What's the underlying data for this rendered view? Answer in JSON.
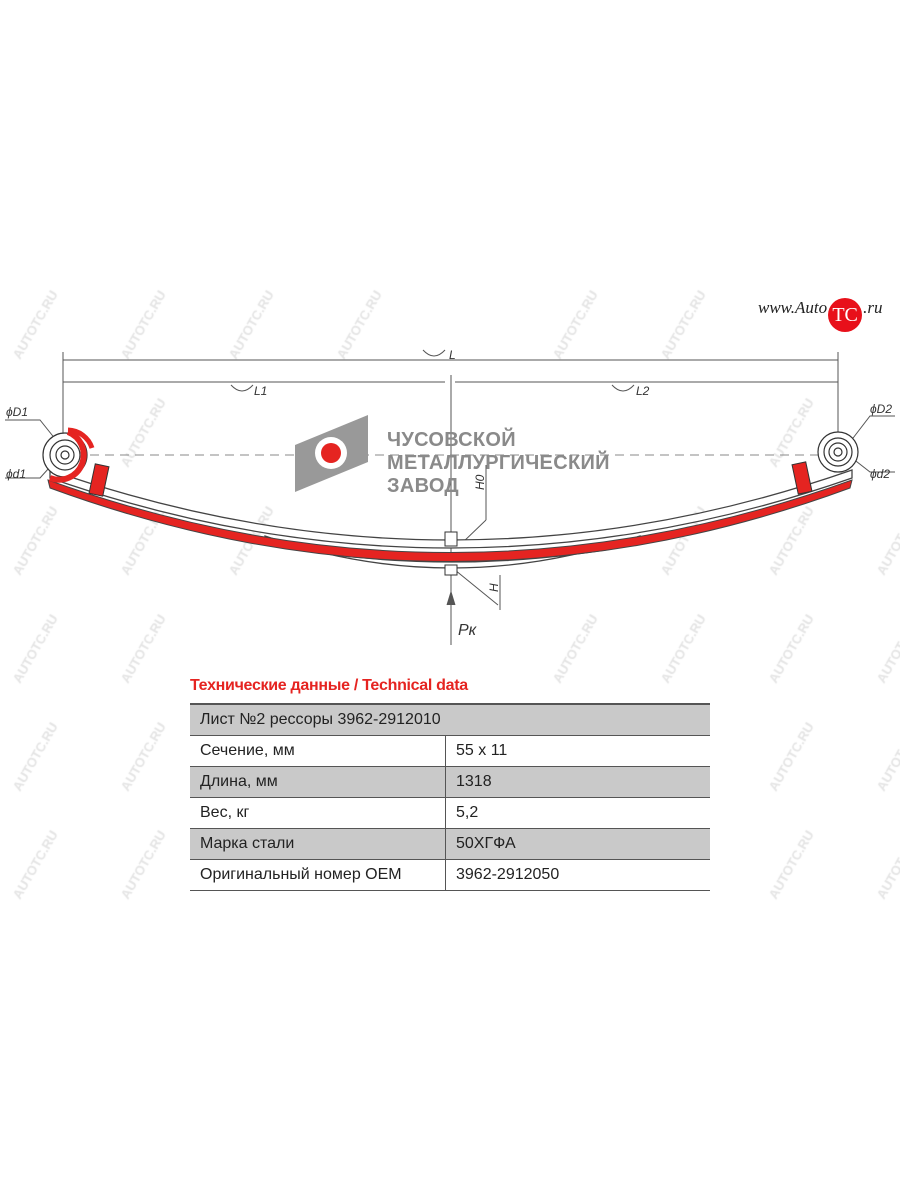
{
  "watermark_text": "AUTOTC.RU",
  "site_logo": {
    "prefix": "www.Auto",
    "badge": "TC",
    "suffix": ".ru"
  },
  "company_logo": {
    "lines": [
      "ЧУСОВСКОЙ",
      "МЕТАЛЛУРГИЧЕСКИЙ",
      "ЗАВОД"
    ]
  },
  "drawing_labels": {
    "L": "L",
    "L1": "L1",
    "L2": "L2",
    "D1": "ϕD1",
    "d1": "ϕd1",
    "D2": "ϕD2",
    "d2": "ϕd2",
    "H0": "H0",
    "H": "H",
    "Pk": "Pк"
  },
  "colors": {
    "accent": "#e52421",
    "row_gray": "#c9c9c9"
  },
  "table": {
    "title": "Технические данные / Technical data",
    "header": "Лист №2 рессоры 3962-2912010",
    "rows": [
      {
        "label": "Сечение, мм",
        "value": "55 x 11"
      },
      {
        "label": "Длина, мм",
        "value": "1318"
      },
      {
        "label": "Вес, кг",
        "value": "5,2"
      },
      {
        "label": "Марка стали",
        "value": "50ХГФА"
      },
      {
        "label": "Оригинальный номер OEM",
        "value": "3962-2912050"
      }
    ]
  }
}
